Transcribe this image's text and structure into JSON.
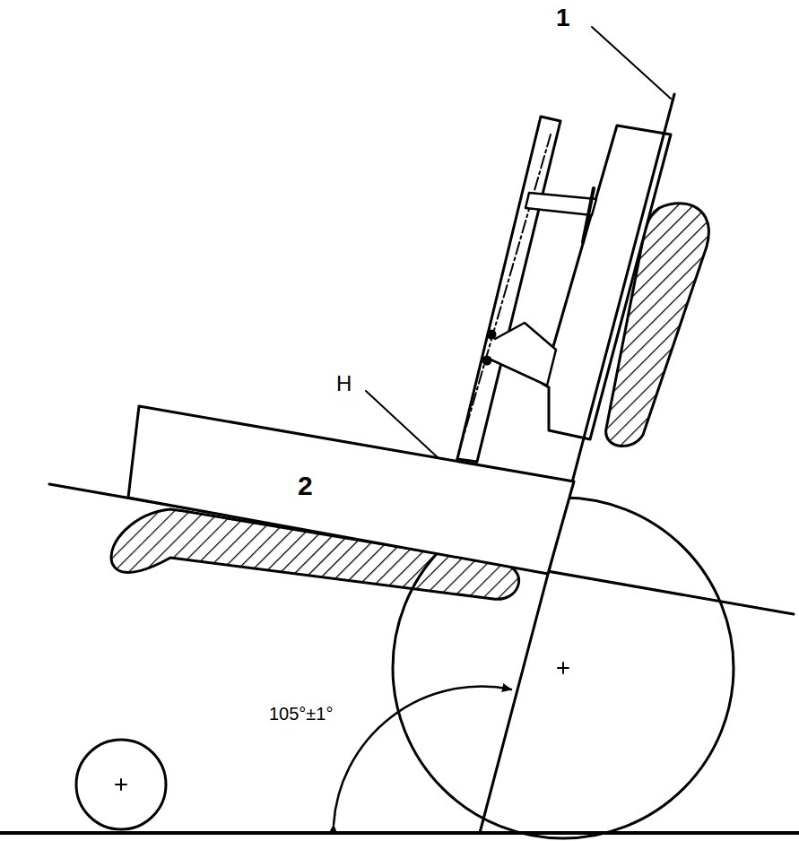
{
  "diagram": {
    "nodes": [
      {
        "text": [
          "2"
        ]
      }
    ],
    "labels": [
      "1",
      "H",
      "105°±1°"
    ]
  }
}
